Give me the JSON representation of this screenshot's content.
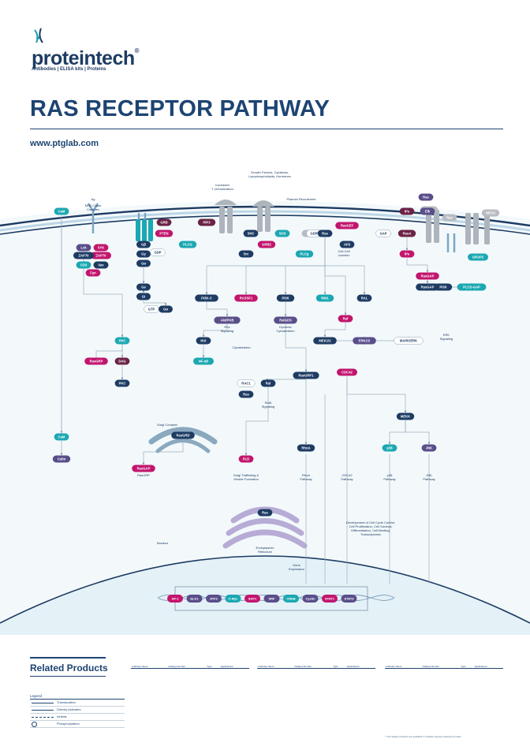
{
  "brand": {
    "name": "proteintech",
    "registered_mark": "®",
    "tagline": "Antibodies  |  ELISA kits  |  Proteins",
    "logo_icon": "dna-helix-logo-icon"
  },
  "title": "RAS RECEPTOR PATHWAY",
  "website": "www.ptglab.com",
  "colors": {
    "navy": "#1e3c63",
    "teal": "#1ba8b2",
    "magenta": "#c2166e",
    "purple": "#5a4e8a",
    "gray": "#b8bcc2",
    "plum": "#6b2346",
    "membrane_navy": "#1d3b62",
    "membrane_light": "#cfe2ee",
    "cytoplasm": "#f3f9fb",
    "nucleus": "#e8f3f8",
    "golgi": "#9bb6c8"
  },
  "annotations": [
    {
      "id": "gf",
      "text": "Growth Factors, Cytokines,\nLysophospholipids, Hormones"
    },
    {
      "id": "ti",
      "text": "Increased\nT cell Activation"
    },
    {
      "id": "pm",
      "text": "Plasmid Recruitment"
    },
    {
      "id": "ag",
      "text": "Ag"
    },
    {
      "id": "mhc",
      "text": "MHC-Class\nComplex"
    },
    {
      "id": "cellcell",
      "text": "Cell-Cell\nJunction"
    },
    {
      "id": "rhos",
      "text": "Rho\nSignaling"
    },
    {
      "id": "cyto",
      "text": "Cytoskeleton"
    },
    {
      "id": "dynamic",
      "text": "Dynamic\nCytoskeleton"
    },
    {
      "id": "ral",
      "text": "RalA\nSignaling"
    },
    {
      "id": "erk",
      "text": "ERK\nSignaling"
    },
    {
      "id": "golgi",
      "text": "Golgi Complex"
    },
    {
      "id": "rasgrp",
      "text": "RasGRP"
    },
    {
      "id": "traffic",
      "text": "Golgi Trafficking &\nVesicle Formation"
    },
    {
      "id": "rhoa",
      "text": "RhoA\nPathway"
    },
    {
      "id": "cdc42p",
      "text": "CDC42\nPathway"
    },
    {
      "id": "p38p",
      "text": "p38\nPathway"
    },
    {
      "id": "jnkp",
      "text": "JNK\nPathway"
    },
    {
      "id": "dev",
      "text": "Development of Cell Cycle Control,\nCell Proliferation, Cell Survival,\nDifferentiation, Cell-Binding,\nTranscriptomic"
    },
    {
      "id": "er",
      "text": "Endoplasmic\nReticulum"
    },
    {
      "id": "nucleus",
      "text": "Nucleus"
    },
    {
      "id": "gene",
      "text": "Gene\nExpression"
    }
  ],
  "nodes": [
    {
      "id": "c1",
      "label": "GRB",
      "color": "plum"
    },
    {
      "id": "c2",
      "label": "PTEN",
      "color": "magenta"
    },
    {
      "id": "c3",
      "label": "PIP3",
      "color": "plum"
    },
    {
      "id": "c4",
      "label": "PLCG",
      "color": "teal"
    },
    {
      "id": "c5",
      "label": "SHC",
      "color": "navy"
    },
    {
      "id": "c6",
      "label": "SOS",
      "color": "teal"
    },
    {
      "id": "c7",
      "label": "GRB2",
      "color": "magenta"
    },
    {
      "id": "c8",
      "label": "Src",
      "color": "navy"
    },
    {
      "id": "c9",
      "label": "PLCg",
      "color": "teal"
    },
    {
      "id": "c10",
      "label": "Ras",
      "color": "gray"
    },
    {
      "id": "c11",
      "label": "GDP",
      "color": "white"
    },
    {
      "id": "c12",
      "label": "RasGEF",
      "color": "magenta"
    },
    {
      "id": "c13",
      "label": "Ras",
      "color": "navy"
    },
    {
      "id": "c14",
      "label": "GAP",
      "color": "white"
    },
    {
      "id": "c15",
      "label": "AF6",
      "color": "navy"
    },
    {
      "id": "c16",
      "label": "IPs",
      "color": "plum"
    },
    {
      "id": "c17",
      "label": "PLCE",
      "color": "gray"
    },
    {
      "id": "c18",
      "label": "Rac",
      "color": "gray"
    },
    {
      "id": "c19",
      "label": "NRAS",
      "color": "gray"
    },
    {
      "id": "c20",
      "label": "RasA",
      "color": "plum"
    },
    {
      "id": "c21",
      "label": "IPs",
      "color": "magenta"
    },
    {
      "id": "c22",
      "label": "GRAP2",
      "color": "teal"
    },
    {
      "id": "c23",
      "label": "RasGAP",
      "color": "magenta"
    },
    {
      "id": "c24",
      "label": "RasGAP",
      "color": "navy"
    },
    {
      "id": "c25",
      "label": "PLCD-GAP",
      "color": "teal"
    },
    {
      "id": "c26",
      "label": "SYK",
      "color": "magenta"
    },
    {
      "id": "c27",
      "label": "Lck",
      "color": "purple"
    },
    {
      "id": "c28",
      "label": "ZAP70",
      "color": "magenta"
    },
    {
      "id": "c29",
      "label": "ZAP70",
      "color": "navy"
    },
    {
      "id": "c30",
      "label": "CSK",
      "color": "plum"
    },
    {
      "id": "c31",
      "label": "CD3",
      "color": "teal"
    },
    {
      "id": "c32",
      "label": "Vav",
      "color": "navy"
    },
    {
      "id": "c33",
      "label": "Fyn",
      "color": "magenta"
    },
    {
      "id": "c34",
      "label": "Gβ",
      "color": "navy"
    },
    {
      "id": "c35",
      "label": "Gγ",
      "color": "navy"
    },
    {
      "id": "c36",
      "label": "Gα",
      "color": "navy"
    },
    {
      "id": "c37",
      "label": "GDP",
      "color": "white"
    },
    {
      "id": "c38",
      "label": "Gs",
      "color": "navy"
    },
    {
      "id": "c39",
      "label": "Gi",
      "color": "navy"
    },
    {
      "id": "c40",
      "label": "GTP",
      "color": "white"
    },
    {
      "id": "c41",
      "label": "Gα",
      "color": "navy"
    },
    {
      "id": "c42",
      "label": "PKC",
      "color": "teal"
    },
    {
      "id": "c43",
      "label": "RasGRP",
      "color": "magenta"
    },
    {
      "id": "c44",
      "label": "DAG",
      "color": "plum"
    },
    {
      "id": "c45",
      "label": "PKC",
      "color": "navy"
    },
    {
      "id": "c46",
      "label": "PI3K-C",
      "color": "navy"
    },
    {
      "id": "c47",
      "label": "RASSF1",
      "color": "magenta"
    },
    {
      "id": "c48",
      "label": "PI3K",
      "color": "navy"
    },
    {
      "id": "c49",
      "label": "RIN1",
      "color": "teal"
    },
    {
      "id": "c50",
      "label": "RAL",
      "color": "navy"
    },
    {
      "id": "c51",
      "label": "Akt/PKB",
      "color": "purple"
    },
    {
      "id": "c52",
      "label": "RalGDS",
      "color": "purple"
    },
    {
      "id": "c53",
      "label": "Raf",
      "color": "magenta"
    },
    {
      "id": "c54",
      "label": "IKK",
      "color": "navy"
    },
    {
      "id": "c55",
      "label": "NF-κB",
      "color": "teal"
    },
    {
      "id": "c56",
      "label": "MEK1/2",
      "color": "navy"
    },
    {
      "id": "c57",
      "label": "ERK1/2",
      "color": "purple"
    },
    {
      "id": "c58",
      "label": "MAPK/ERK",
      "color": "white"
    },
    {
      "id": "c59",
      "label": "RasGRP1",
      "color": "navy"
    },
    {
      "id": "c60",
      "label": "CDC42",
      "color": "magenta"
    },
    {
      "id": "c61",
      "label": "Ral",
      "color": "navy"
    },
    {
      "id": "c62",
      "label": "RAC1",
      "color": "white"
    },
    {
      "id": "c63",
      "label": "MEKK",
      "color": "navy"
    },
    {
      "id": "c64",
      "label": "Ras",
      "color": "navy"
    },
    {
      "id": "c65",
      "label": "RasGRD",
      "color": "navy"
    },
    {
      "id": "c66",
      "label": "RasGAP",
      "color": "magenta"
    },
    {
      "id": "c67",
      "label": "PLD",
      "color": "magenta"
    },
    {
      "id": "c68",
      "label": "RhoA",
      "color": "navy"
    },
    {
      "id": "c69",
      "label": "p38",
      "color": "teal"
    },
    {
      "id": "c70",
      "label": "JNK",
      "color": "purple"
    },
    {
      "id": "c71",
      "label": "CaM",
      "color": "teal"
    },
    {
      "id": "c72",
      "label": "Calm",
      "color": "purple"
    },
    {
      "id": "c73",
      "label": "Elk",
      "color": "purple"
    },
    {
      "id": "c74",
      "label": "Ras",
      "color": "purple"
    },
    {
      "id": "c75",
      "label": "CaM",
      "color": "teal"
    },
    {
      "id": "c76",
      "label": "PI3K",
      "color": "navy"
    },
    {
      "id": "c77",
      "label": "Ras",
      "color": "navy"
    }
  ],
  "transcription_factors": [
    {
      "label": "AP-1",
      "color": "magenta"
    },
    {
      "label": "ELK1",
      "color": "purple"
    },
    {
      "label": "ATF2",
      "color": "purple"
    },
    {
      "label": "C-Myc",
      "color": "teal"
    },
    {
      "label": "SAP1",
      "color": "magenta"
    },
    {
      "label": "SRF",
      "color": "purple"
    },
    {
      "label": "CREB",
      "color": "teal"
    },
    {
      "label": "Cyclin",
      "color": "purple"
    },
    {
      "label": "STAT1",
      "color": "magenta"
    },
    {
      "label": "STAT3",
      "color": "purple"
    }
  ],
  "related": {
    "title": "Related Products",
    "legend": {
      "title": "Legend",
      "rows": [
        {
          "label": "Translocation",
          "style": "solid"
        },
        {
          "label": "Directly Activates",
          "style": "solid"
        },
        {
          "label": "Inhibits",
          "style": "dash"
        },
        {
          "label": "Phosphorylation",
          "style": "circle"
        }
      ]
    },
    "table_headers": [
      "Antibody Name",
      "Catalog Number",
      "Type",
      "Applications"
    ],
    "footnote": "* The related products are available in multiple species-reactivity formats"
  }
}
